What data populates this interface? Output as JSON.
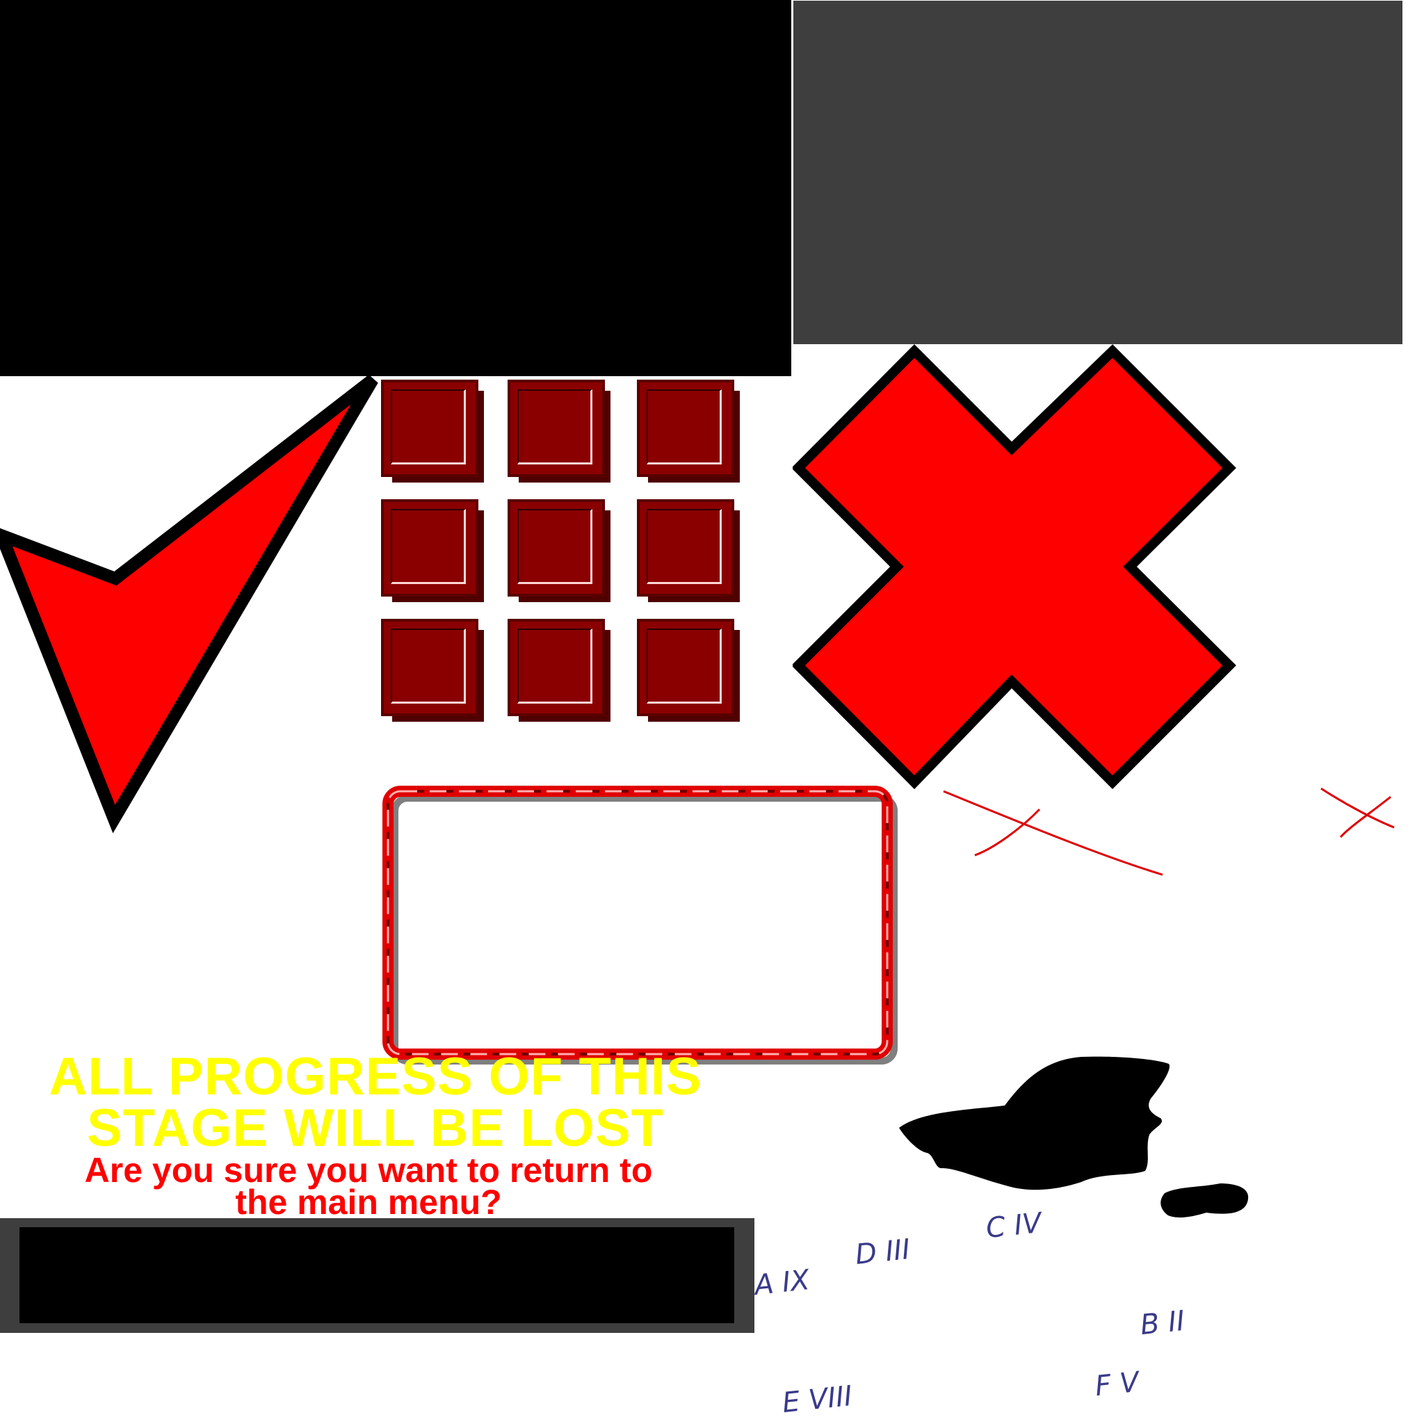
{
  "dialog": {
    "warning_line1": "ALL PROGRESS OF THIS",
    "warning_line2": "STAGE WILL BE LOST",
    "confirm_line1": "Are you sure you want to return to",
    "confirm_line2": "the main menu?"
  },
  "roman_labels": {
    "a": "A IX",
    "d": "D III",
    "c": "C IV",
    "b": "B II",
    "e": "E VIII",
    "f": "F V"
  },
  "icons": {
    "confirm": "check-icon",
    "cancel": "x-icon",
    "marks": "small-x-mark-icon"
  },
  "colors": {
    "primary_red": "#ff0000",
    "dark_red": "#8a0000",
    "warning_yellow": "#ffff00",
    "panel_gray": "#3e3e3e",
    "label_ink": "#3a3a8a"
  }
}
